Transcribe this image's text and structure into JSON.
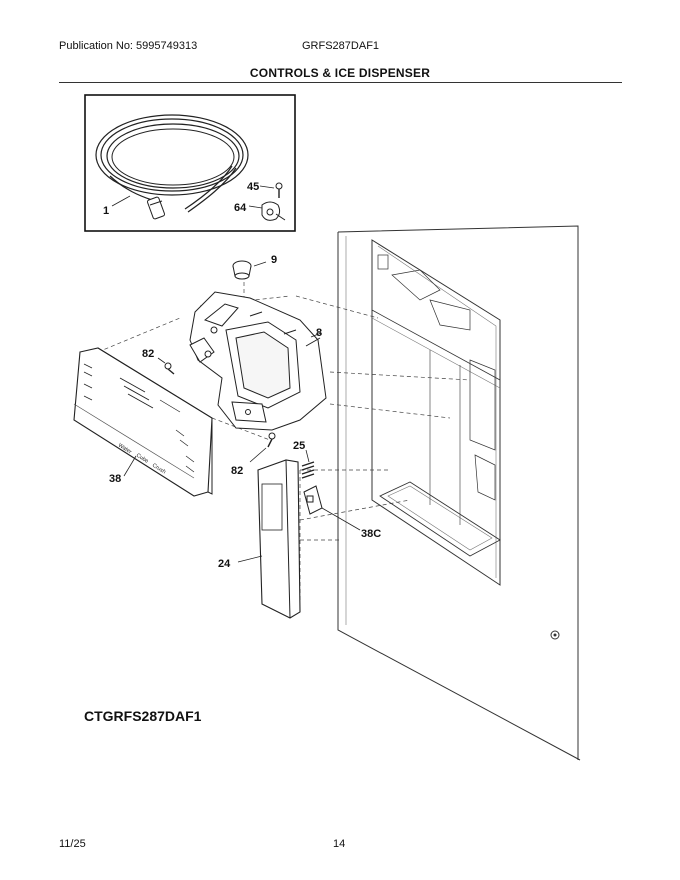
{
  "header": {
    "publication": "Publication No: 5995749313",
    "model": "GRFS287DAF1",
    "section_title": "CONTROLS & ICE DISPENSER"
  },
  "callouts": {
    "c1": "1",
    "c45": "45",
    "c64": "64",
    "c9": "9",
    "c8": "8",
    "c82a": "82",
    "c82b": "82",
    "c38": "38",
    "c25": "25",
    "c38c": "38C",
    "c24": "24"
  },
  "panel_labels": {
    "water": "Water",
    "cube": "Cube",
    "crush": "Crush"
  },
  "caption": "CTGRFS287DAF1",
  "footer": {
    "date": "11/25",
    "page": "14"
  }
}
